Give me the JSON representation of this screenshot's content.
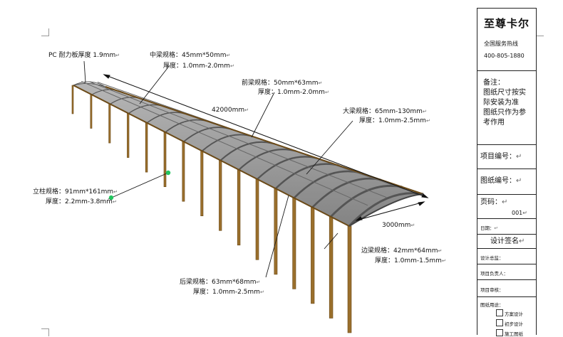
{
  "annotations": {
    "panel_thickness": "PC 耐力板厚度 1.9mm",
    "mid_beam_spec": "中梁规格：45mm*50mm",
    "mid_beam_thick": "厚度：1.0mm-2.0mm",
    "front_beam_spec": "前梁规格：50mm*63mm",
    "front_beam_thick": "厚度：1.0mm-2.0mm",
    "length_dim": "42000mm",
    "big_beam_spec": "大梁规格：65mm-130mm",
    "big_beam_thick": "厚度：1.0mm-2.5mm",
    "column_spec": "立柱规格：91mm*161mm",
    "column_thick": "厚度：2.2mm-3.8mm",
    "width_dim": "3000mm",
    "edge_beam_spec": "边梁规格：42mm*64mm",
    "edge_beam_thick": "厚度：1.0mm-1.5mm",
    "rear_beam_spec": "后梁规格：63mm*68mm",
    "rear_beam_thick": "厚度：1.0mm-2.5mm",
    "return_mark": "↵"
  },
  "title_block": {
    "company": "至尊卡尔",
    "hotline_label": "全国服务热线",
    "hotline_number": "400-805-1880",
    "note_label": "备注：",
    "note_line1": "图纸尺寸按实",
    "note_line2": "际安装为准",
    "note_line3": "图纸只作为参",
    "note_line4": "考作用",
    "project_no_label": "项目编号：",
    "drawing_no_label": "图纸编号：",
    "page_label": "页码：",
    "page_number": "001",
    "date_label": "日期：",
    "signature_title": "设计签名",
    "designer_label": "设计总监：",
    "project_lead_label": "项目负责人：",
    "project_review_label": "项目审核：",
    "purpose_label": "图纸用途：",
    "purpose_options": [
      "方案设计",
      "初步设计",
      "施工图纸"
    ]
  },
  "colors": {
    "post": "#9a6f2c",
    "post_dark": "#6b4a18",
    "roof": "#8d8d8d",
    "rib": "#555555",
    "leader": "#1a1a1a",
    "marker": "#22c55e"
  }
}
